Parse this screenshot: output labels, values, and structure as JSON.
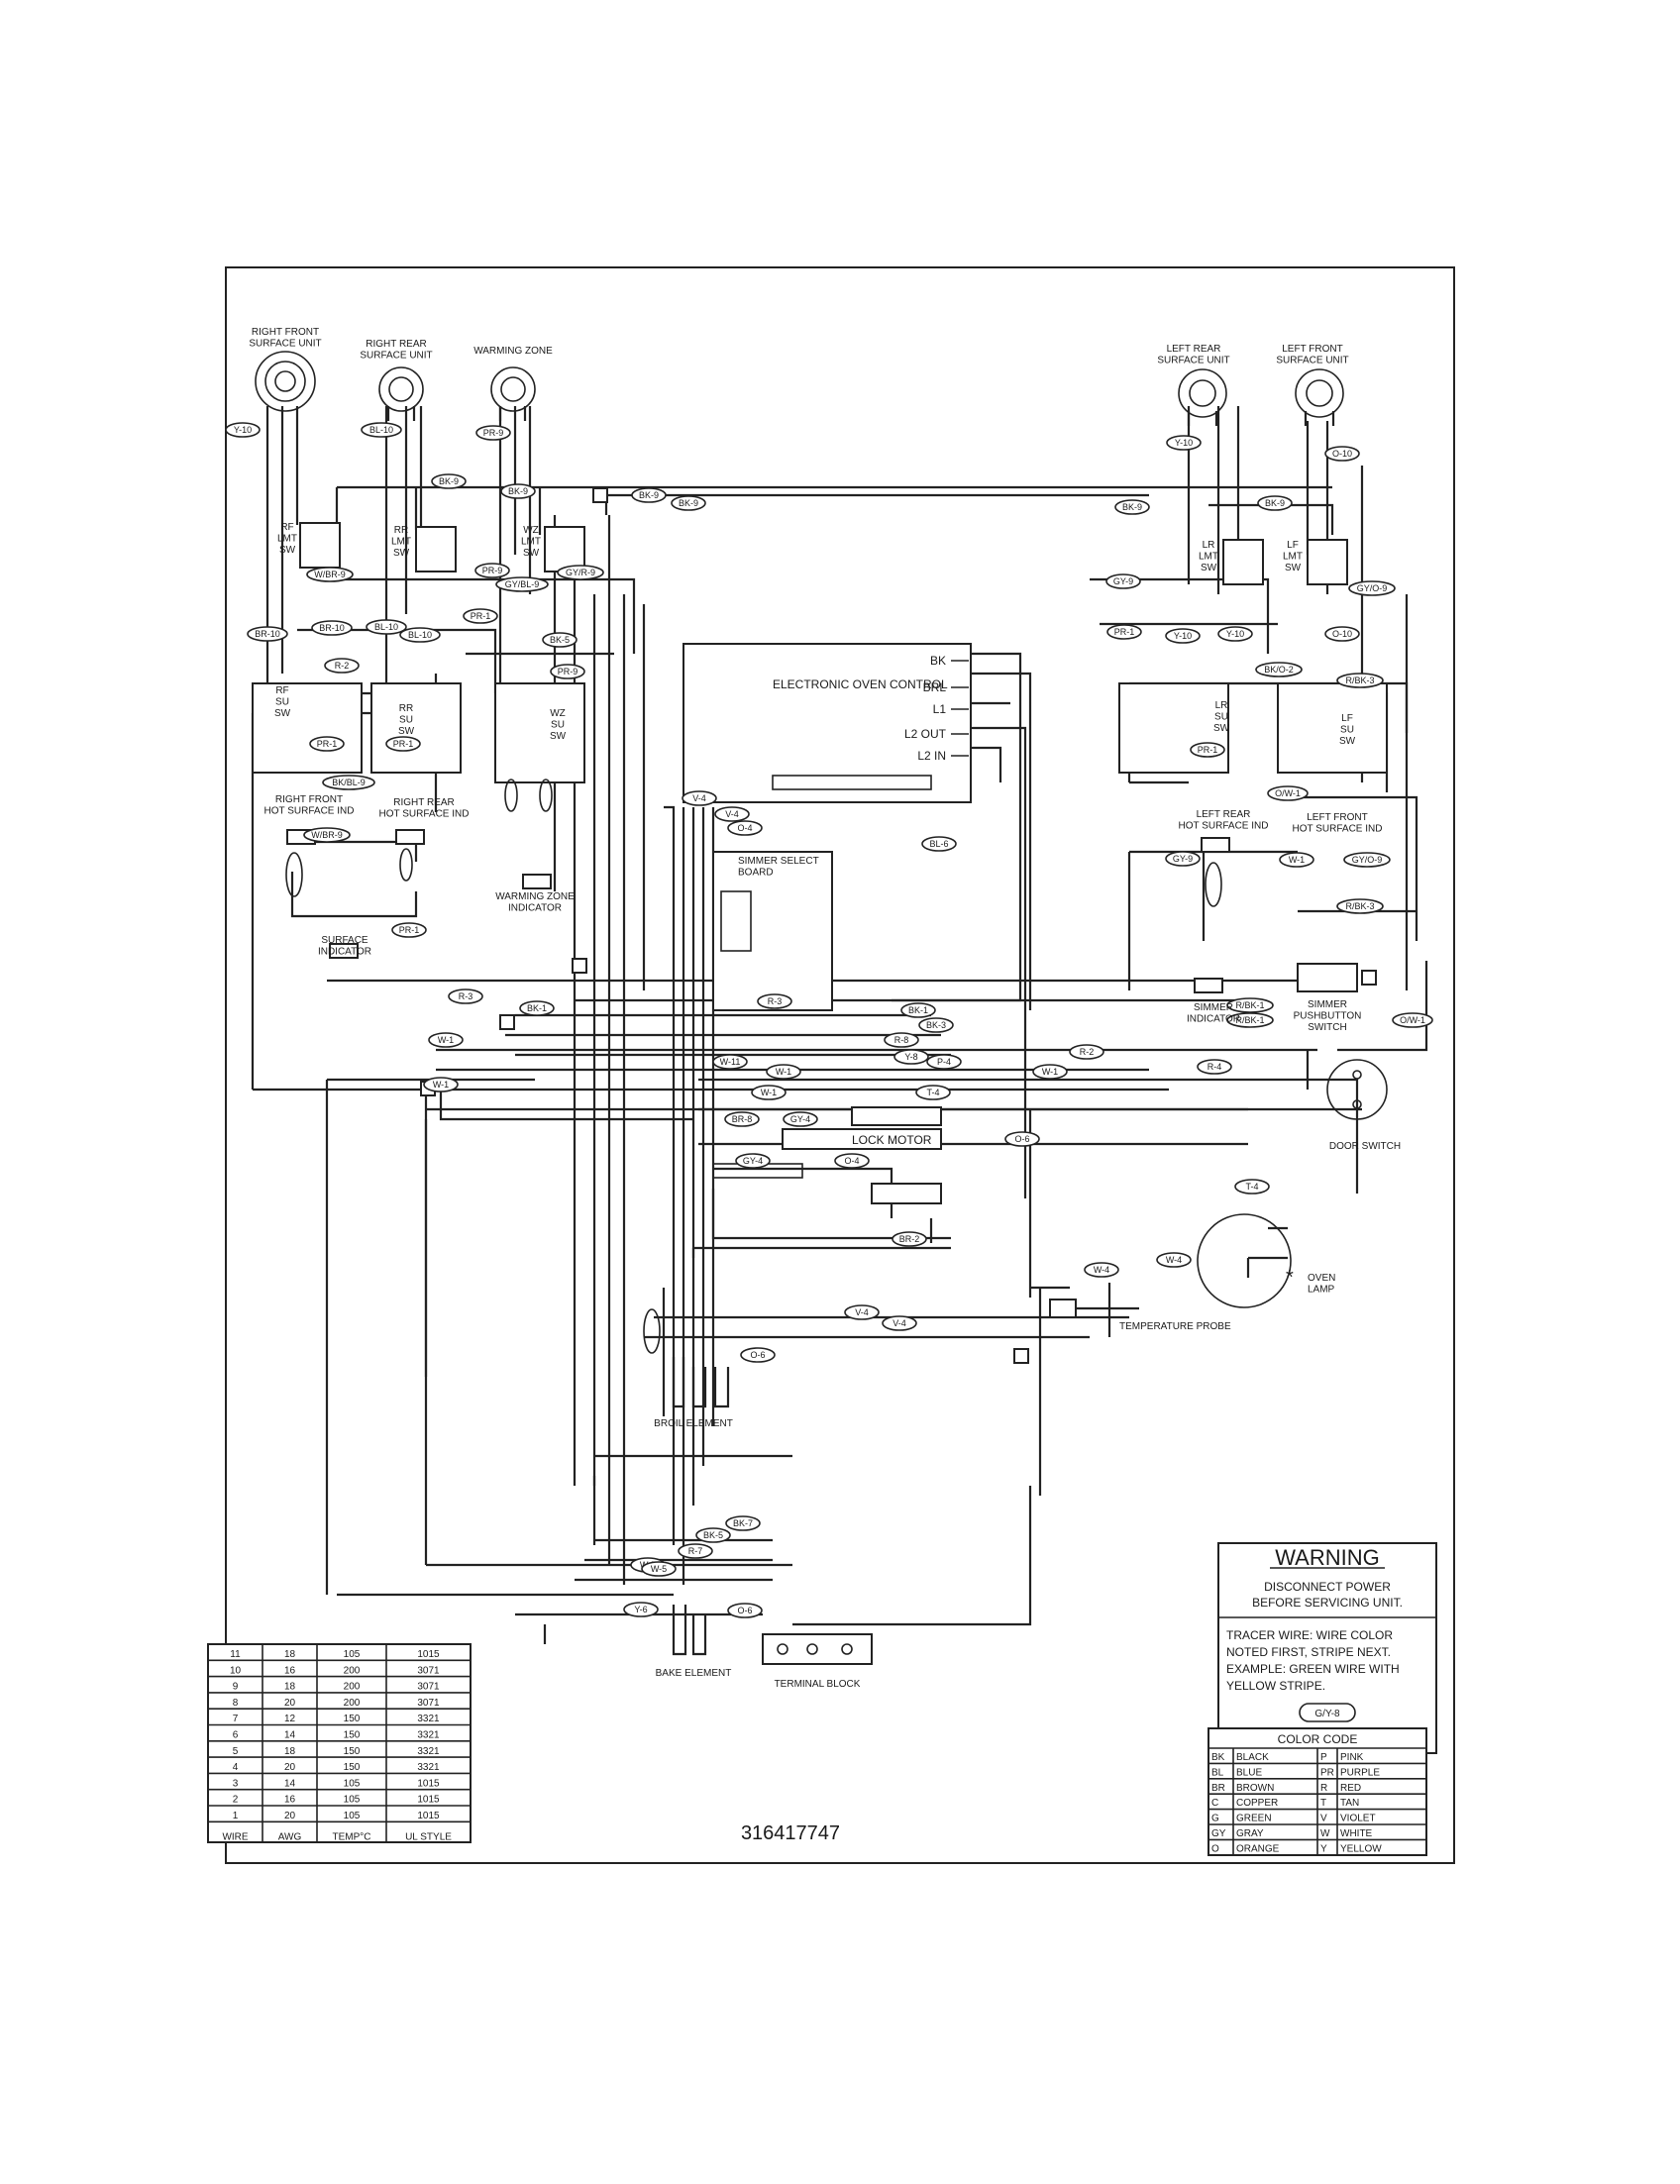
{
  "diagram": {
    "part_number": "316417747",
    "components": {
      "right_front_surface_unit": "RIGHT FRONT\nSURFACE UNIT",
      "right_rear_surface_unit": "RIGHT REAR\nSURFACE UNIT",
      "warming_zone": "WARMING ZONE",
      "left_rear_surface_unit": "LEFT REAR\nSURFACE UNIT",
      "left_front_surface_unit": "LEFT FRONT\nSURFACE UNIT",
      "rf_lmt_sw": "RF\nLMT\nSW",
      "rr_lmt_sw": "RR\nLMT\nSW",
      "wz_lmt_sw": "WZ\nLMT\nSW",
      "lr_lmt_sw": "LR\nLMT\nSW",
      "lf_lmt_sw": "LF\nLMT\nSW",
      "rf_su_sw": "RF\nSU\nSW",
      "rr_su_sw": "RR\nSU\nSW",
      "wz_su_sw": "WZ\nSU\nSW",
      "lr_su_sw": "LR\nSU\nSW",
      "lf_su_sw": "LF\nSU\nSW",
      "right_front_hot_surface_ind": "RIGHT FRONT\nHOT SURFACE IND",
      "right_rear_hot_surface_ind": "RIGHT REAR\nHOT SURFACE IND",
      "left_rear_hot_surface_ind": "LEFT REAR\nHOT SURFACE IND",
      "left_front_hot_surface_ind": "LEFT FRONT\nHOT SURFACE IND",
      "warming_zone_indicator": "WARMING ZONE\nINDICATOR",
      "surface_indicator": "SURFACE\nINDICATOR",
      "electronic_oven_control": "ELECTRONIC OVEN CONTROL",
      "eoc_terminals": [
        "BK",
        "BRL",
        "L1",
        "L2 OUT",
        "L2 IN"
      ],
      "simmer_select_board": "SIMMER SELECT\nBOARD",
      "simmer_indicator": "SIMMER\nINDICATOR",
      "simmer_pushbutton_switch": "SIMMER\nPUSHBUTTON\nSWITCH",
      "door_switch": "DOOR SWITCH",
      "lock_motor": "LOCK MOTOR",
      "oven_lamp": "OVEN\nLAMP",
      "oven_lamp_mark": "*",
      "temperature_probe": "TEMPERATURE PROBE",
      "broil_element": "BROIL ELEMENT",
      "bake_element": "BAKE ELEMENT",
      "terminal_block": "TERMINAL BLOCK"
    },
    "wire_tags": [
      "Y-10",
      "BL-10",
      "PR-9",
      "Y-10",
      "O-10",
      "BK-9",
      "BK-9",
      "BK-9",
      "BK-9",
      "BK-9",
      "BK-9",
      "W/BR-9",
      "PR-9",
      "GY/BL-9",
      "GY/R-9",
      "GY-9",
      "GY/O-9",
      "BR-10",
      "BR-10",
      "BL-10",
      "BL-10",
      "PR-1",
      "PR-1",
      "Y-10",
      "Y-10",
      "O-10",
      "BK-5",
      "PR-9",
      "R-2",
      "BK/O-2",
      "R/BK-3",
      "PR-1",
      "PR-1",
      "PR-1",
      "BK/BL-9",
      "V-4",
      "V-4",
      "O-4",
      "BL-6",
      "GY-9",
      "W-1",
      "GY/O-9",
      "O/W-1",
      "W/BR-9",
      "R/BK-3",
      "PR-1",
      "BK-1",
      "BK-1",
      "R/BK-1",
      "R/BK-1",
      "O/W-1",
      "R-3",
      "R-3",
      "BK-3",
      "R-8",
      "Y-8",
      "R-2",
      "W-1",
      "W-1",
      "W-11",
      "P-4",
      "W-1",
      "W-1",
      "R-4",
      "W-1",
      "T-4",
      "BR-8",
      "GY-4",
      "GY-4",
      "O-4",
      "O-6",
      "T-4",
      "W-4",
      "BR-2",
      "W-4",
      "V-4",
      "V-4",
      "O-6",
      "BK-7",
      "BK-5",
      "R-7",
      "W-5",
      "W-5",
      "Y-6",
      "O-6"
    ],
    "warning": {
      "title": "WARNING",
      "line1": "DISCONNECT POWER",
      "line2": "BEFORE SERVICING UNIT.",
      "tracer1": "TRACER WIRE:  WIRE COLOR",
      "tracer2": "NOTED FIRST, STRIPE NEXT.",
      "tracer3": "EXAMPLE:  GREEN WIRE WITH",
      "tracer4": "YELLOW STRIPE.",
      "example_tag": "G/Y-8"
    },
    "color_code": {
      "title": "COLOR CODE",
      "rows": [
        [
          "BK",
          "BLACK",
          "P",
          "PINK"
        ],
        [
          "BL",
          "BLUE",
          "PR",
          "PURPLE"
        ],
        [
          "BR",
          "BROWN",
          "R",
          "RED"
        ],
        [
          "C",
          "COPPER",
          "T",
          "TAN"
        ],
        [
          "G",
          "GREEN",
          "V",
          "VIOLET"
        ],
        [
          "GY",
          "GRAY",
          "W",
          "WHITE"
        ],
        [
          "O",
          "ORANGE",
          "Y",
          "YELLOW"
        ]
      ]
    },
    "wire_table": {
      "rows": [
        [
          "11",
          "18",
          "105",
          "1015"
        ],
        [
          "10",
          "16",
          "200",
          "3071"
        ],
        [
          "9",
          "18",
          "200",
          "3071"
        ],
        [
          "8",
          "20",
          "200",
          "3071"
        ],
        [
          "7",
          "12",
          "150",
          "3321"
        ],
        [
          "6",
          "14",
          "150",
          "3321"
        ],
        [
          "5",
          "18",
          "150",
          "3321"
        ],
        [
          "4",
          "20",
          "150",
          "3321"
        ],
        [
          "3",
          "14",
          "105",
          "1015"
        ],
        [
          "2",
          "16",
          "105",
          "1015"
        ],
        [
          "1",
          "20",
          "105",
          "1015"
        ]
      ],
      "headers": [
        "WIRE",
        "AWG",
        "TEMP°C",
        "UL STYLE"
      ]
    }
  }
}
